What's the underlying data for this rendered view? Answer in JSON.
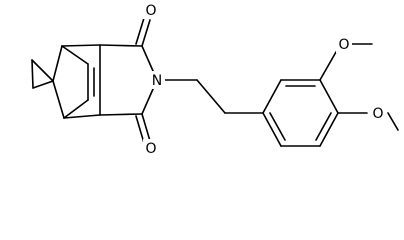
{
  "atoms": {
    "carbonyl_oxygen_top": "O",
    "imide_nitrogen": "N",
    "carbonyl_oxygen_bottom": "O",
    "methoxy_oxygen_meta": "O",
    "methoxy_oxygen_para": "O"
  },
  "colors": {
    "bond": "#000000",
    "background": "#ffffff"
  }
}
